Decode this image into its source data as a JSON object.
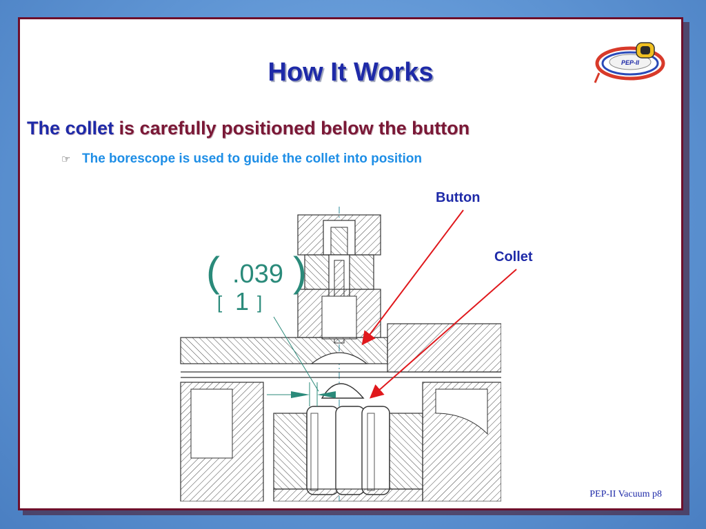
{
  "slide": {
    "title": "How It Works",
    "heading_em": "The collet",
    "heading_rest": " is carefully positioned below the button",
    "bullet_icon": "pointing-hand-icon",
    "bullet_text": "The borescope is used to guide the collet into position",
    "callout_button": "Button",
    "callout_collet": "Collet",
    "footer": "PEP-II Vacuum  p8",
    "logo_text": "PEP-II"
  },
  "drawing": {
    "dim_value": ".039",
    "dim_ref": "1"
  },
  "colors": {
    "title": "#1e2aa8",
    "heading": "#7a1836",
    "bullet": "#1e8ee6",
    "border": "#6e0f2b",
    "arrow": "#e0181c",
    "dimension": "#2a8a7a"
  }
}
